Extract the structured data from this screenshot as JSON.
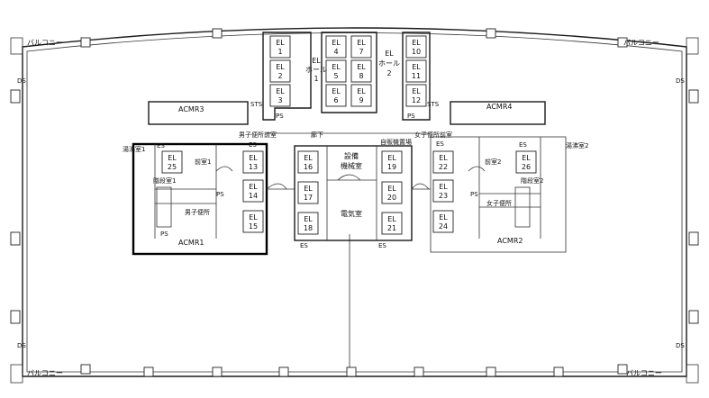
{
  "labels": {
    "balcony": "バルコニー",
    "ds": "DS",
    "acmr1": "ACMR1",
    "acmr2": "ACMR2",
    "acmr3": "ACMR3",
    "acmr4": "ACMR4",
    "el": "EL",
    "el_hall_1": [
      "EL",
      "ホール",
      "1"
    ],
    "el_hall_2": [
      "EL",
      "ホール",
      "2"
    ],
    "sts": "STS",
    "ps": "PS",
    "es": "ES",
    "corridor": "廊下",
    "equipment": [
      "設備",
      "機械室"
    ],
    "vending": "自販機置場",
    "electrical": "電気室",
    "mens_toilet": "男子便所",
    "womens_toilet": "女子便所",
    "mens_entry": "男子便所前室",
    "womens_entry": "女子便所前室",
    "kitchen_1": "湯沸室1",
    "kitchen_2": "湯沸室2",
    "stair_1": "階段室1",
    "stair_2": "階段室2",
    "lobby_1": "前室1",
    "lobby_2": "前室2"
  },
  "elevators": {
    "hall1": [
      "1",
      "2",
      "3",
      "4",
      "5",
      "6",
      "7",
      "8",
      "9"
    ],
    "hall2": [
      "10",
      "11",
      "12"
    ],
    "left_bank": [
      "13",
      "14",
      "15"
    ],
    "left_mid": [
      "16",
      "17",
      "18"
    ],
    "right_mid": [
      "19",
      "20",
      "21"
    ],
    "right_bank": [
      "22",
      "23",
      "24"
    ],
    "side_left": "25",
    "side_right": "26"
  }
}
